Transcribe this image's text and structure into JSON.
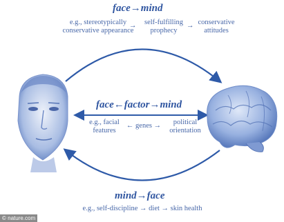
{
  "top": {
    "title": "face→mind",
    "col1": [
      "e.g., stereotypically",
      "conservative appearance"
    ],
    "arrow1": "→",
    "col2": [
      "self-fulfilling",
      "prophecy"
    ],
    "arrow2": "→",
    "col3": [
      "conservative",
      "attitudes"
    ]
  },
  "middle": {
    "title": "face←factor→mind",
    "col1": [
      "e.g., facial",
      "features"
    ],
    "mid": "← genes →",
    "col3": [
      "political",
      "orientation"
    ]
  },
  "bottom": {
    "title": "mind→face",
    "text": "e.g., self-discipline → diet → skin health"
  },
  "credit": "© nature.com",
  "colors": {
    "accent": "#2f55a0",
    "arrow": "#2e5aa8",
    "brain": "#9bb3e0"
  }
}
